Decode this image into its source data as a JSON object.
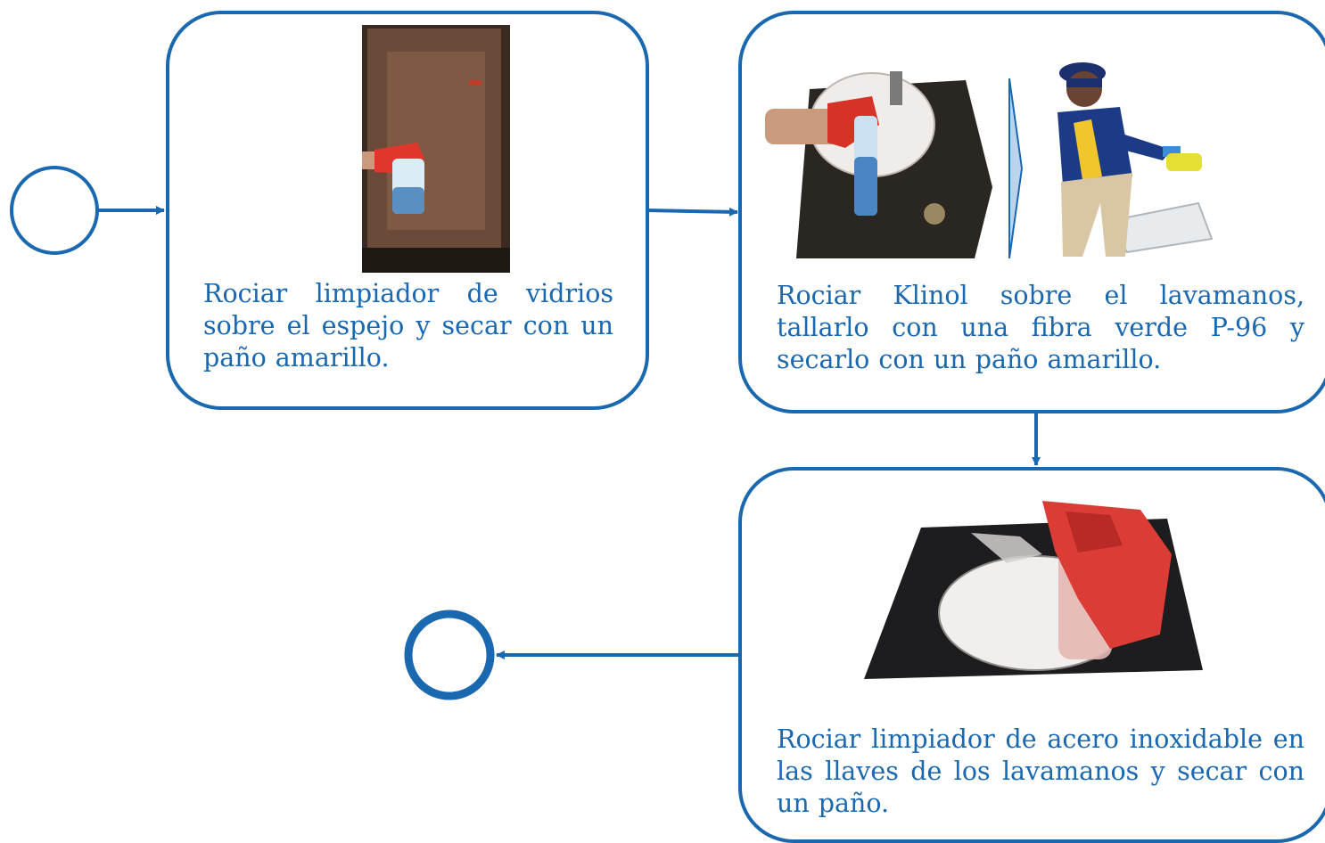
{
  "colors": {
    "stroke": "#1a68b0",
    "text": "#1a68b0",
    "background": "#ffffff"
  },
  "diagram": {
    "start_event": {
      "shape": "circle",
      "border": "thin"
    },
    "end_event": {
      "shape": "circle",
      "border": "thick"
    },
    "steps": [
      {
        "id": "step-1",
        "text": "Rociar limpiador de vidrios sobre el espejo y secar con un paño amarillo.",
        "images": [
          "mirror-spray-photo"
        ]
      },
      {
        "id": "step-2",
        "text": "Rociar Klinol sobre el lavamanos, tallarlo con una fibra verde  P-96 y secarlo con un paño amarillo.",
        "images": [
          "sink-spray-photo",
          "sink-scrub-photo"
        ]
      },
      {
        "id": "step-3",
        "text": "Rociar limpiador de acero inoxidable en las llaves de los lavamanos y secar con un paño.",
        "images": [
          "faucet-spray-photo"
        ]
      }
    ],
    "connections": [
      {
        "from": "start_event",
        "to": "step-1"
      },
      {
        "from": "step-1",
        "to": "step-2"
      },
      {
        "from": "step-2",
        "to": "step-3"
      },
      {
        "from": "step-3",
        "to": "end_event"
      }
    ]
  }
}
